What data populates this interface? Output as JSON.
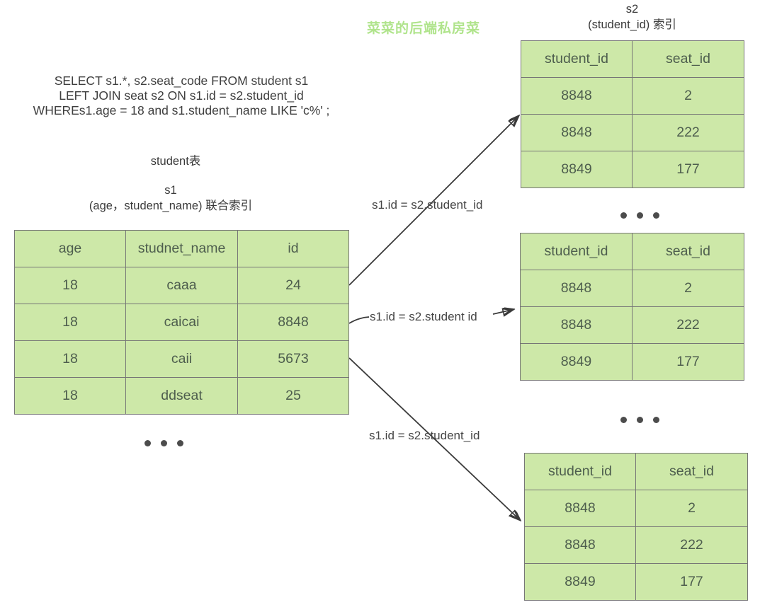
{
  "watermark": "菜菜的后端私房菜",
  "sql": {
    "line1": "SELECT s1.*, s2.seat_code FROM student s1",
    "line2": "LEFT JOIN seat s2 ON s1.id = s2.student_id",
    "line3": "WHEREs1.age = 18 and s1.student_name LIKE 'c%' ;"
  },
  "student_table": {
    "caption": "student表",
    "index_title_line1": "s1",
    "index_title_line2": "(age，student_name) 联合索引",
    "headers": [
      "age",
      "studnet_name",
      "id"
    ],
    "rows": [
      [
        "18",
        "caaa",
        "24"
      ],
      [
        "18",
        "caicai",
        "8848"
      ],
      [
        "18",
        "caii",
        "5673"
      ],
      [
        "18",
        "ddseat",
        "25"
      ]
    ]
  },
  "seat_index": {
    "title_line1": "s2",
    "title_line2": "(student_id) 索引",
    "headers": [
      "student_id",
      "seat_id"
    ],
    "rows": [
      [
        "8848",
        "2"
      ],
      [
        "8848",
        "222"
      ],
      [
        "8849",
        "177"
      ]
    ]
  },
  "join_labels": [
    "s1.id = s2.student_id",
    "s1.id = s2.student id",
    "s1.id = s2.student_id"
  ],
  "colors": {
    "cell_bg": "#cde8a8",
    "cell_border": "#767676",
    "cell_text": "#4e5e4e",
    "body_text": "#3e3e3e",
    "watermark": "#b0e48c",
    "arrow": "#3a3a3a"
  }
}
